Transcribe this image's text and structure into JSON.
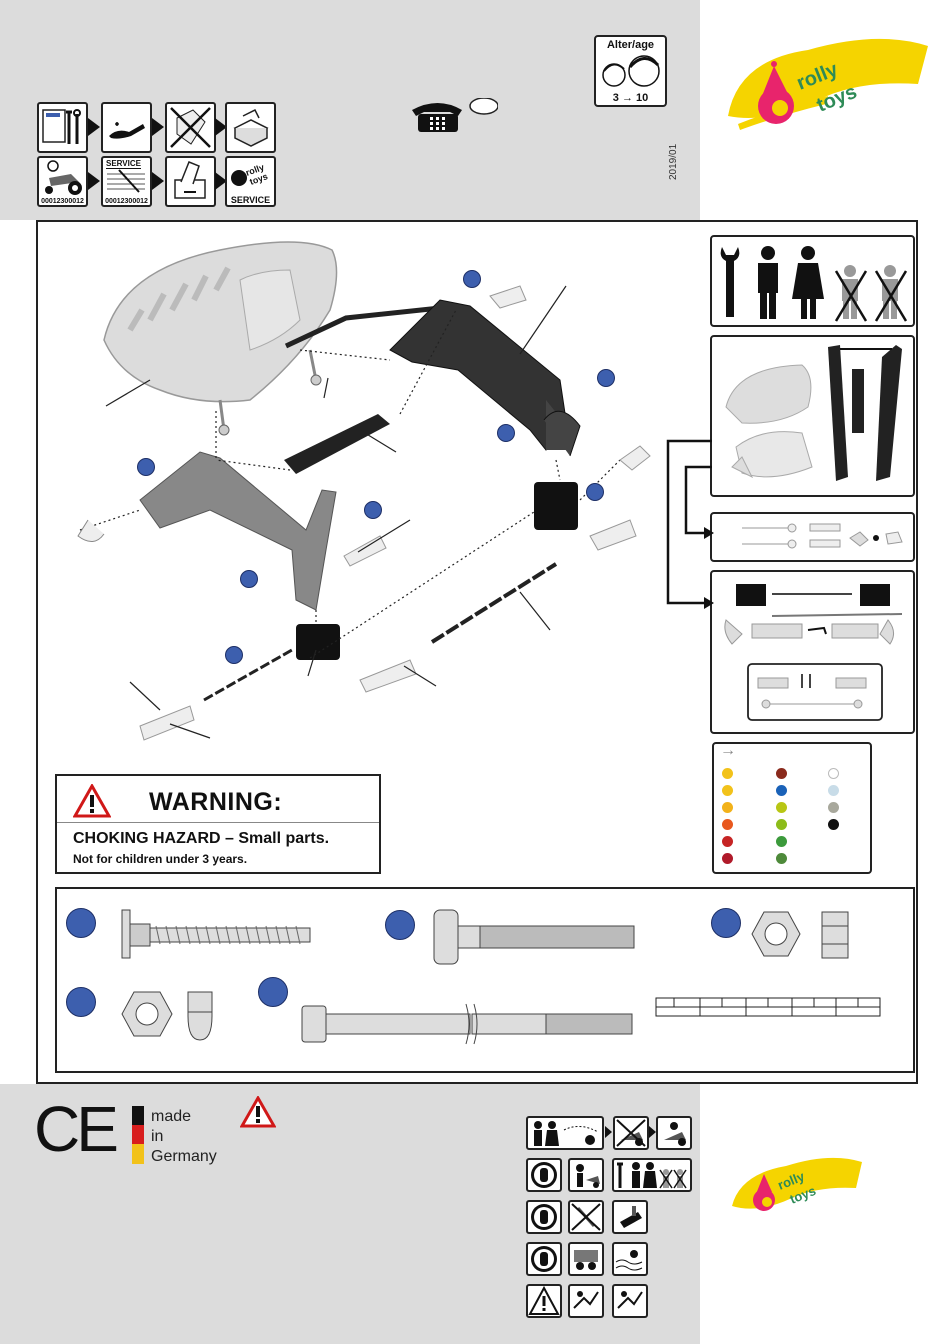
{
  "header": {
    "age_label": "Alter/age",
    "age_range": "3 → 10",
    "date_code": "2019/01",
    "brand_logo_text": "rolly toys",
    "steps_row1": [
      "manual-icon",
      "lubricate-icon",
      "no-knife-icon",
      "box-icon"
    ],
    "steps_row2": [
      {
        "icon": "tractor-number-icon",
        "caption": "00012300012"
      },
      {
        "icon": "service-card-icon",
        "caption": "00012300012",
        "title": "SERVICE"
      },
      {
        "icon": "mail-icon",
        "caption": ""
      },
      {
        "icon": "rolly-service-icon",
        "caption": "SERVICE"
      }
    ]
  },
  "warning": {
    "title": "WARNING:",
    "line1": "CHOKING HAZARD – Small parts.",
    "line2": "Not for children under 3 years."
  },
  "color_legend": {
    "arrow": "→",
    "col1": [
      "#f2c21a",
      "#f2c21a",
      "#f2b21a",
      "#e8581e",
      "#c62424",
      "#b01a2a"
    ],
    "col2": [
      "#8a2a1c",
      "#1a62b8",
      "#b8c614",
      "#8cbc1a",
      "#3c9a3c",
      "#4e8a3a"
    ],
    "col3": [
      "#ffffff",
      "#c8dce8",
      "#a8a89c",
      "#111111"
    ]
  },
  "footer": {
    "made": "made",
    "in": "in",
    "germany": "Germany",
    "ce": "CE",
    "brand_logo_text": "rolly toys"
  },
  "hardware": {
    "parts": [
      "flange-screw",
      "machine-screw",
      "hex-nuts",
      "cap-nuts",
      "axle-bolt"
    ]
  }
}
